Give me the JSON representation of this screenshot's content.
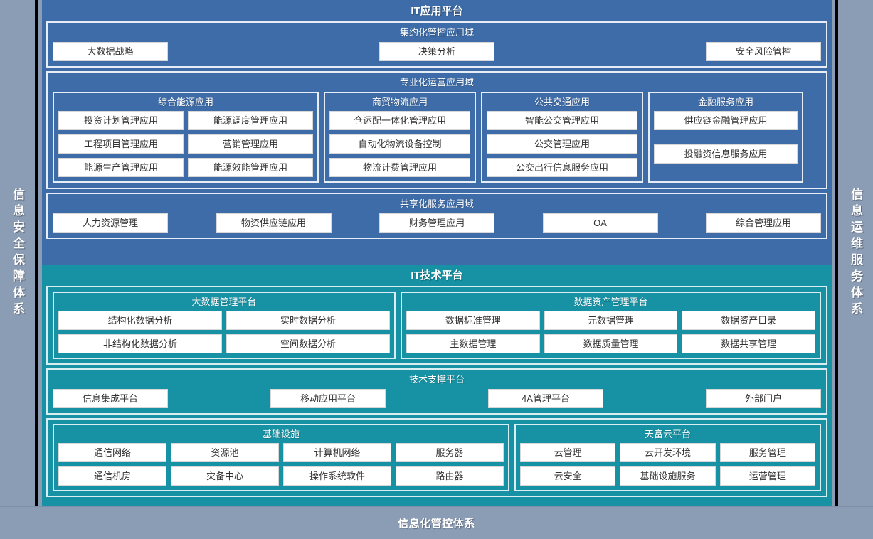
{
  "sides": {
    "left_label": "信息安全保障体系",
    "right_label": "信息运维服务体系"
  },
  "bottom": {
    "label": "信息化管控体系"
  },
  "app_platform": {
    "title": "IT应用平台",
    "domains": [
      {
        "title": "集约化管控应用域",
        "items": [
          "大数据战略",
          "决策分析",
          "安全风险管控"
        ]
      },
      {
        "title": "专业化运营应用域",
        "groups": [
          {
            "title": "综合能源应用",
            "rows": [
              [
                "投资计划管理应用",
                "能源调度管理应用"
              ],
              [
                "工程项目管理应用",
                "营销管理应用"
              ],
              [
                "能源生产管理应用",
                "能源效能管理应用"
              ]
            ]
          },
          {
            "title": "商贸物流应用",
            "rows": [
              [
                "仓运配一体化管理应用"
              ],
              [
                "自动化物流设备控制"
              ],
              [
                "物流计费管理应用"
              ]
            ]
          },
          {
            "title": "公共交通应用",
            "rows": [
              [
                "智能公交管理应用"
              ],
              [
                "公交管理应用"
              ],
              [
                "公交出行信息服务应用"
              ]
            ]
          },
          {
            "title": "金融服务应用",
            "rows": [
              [
                "供应链金融管理应用"
              ],
              [
                ""
              ],
              [
                "投融资信息服务应用"
              ]
            ]
          }
        ]
      },
      {
        "title": "共享化服务应用域",
        "items": [
          "人力资源管理",
          "物资供应链应用",
          "财务管理应用",
          "OA",
          "综合管理应用"
        ]
      }
    ]
  },
  "tech_platform": {
    "title": "IT技术平台",
    "row1": [
      {
        "title": "大数据管理平台",
        "rows": [
          [
            "结构化数据分析",
            "实时数据分析"
          ],
          [
            "非结构化数据分析",
            "空间数据分析"
          ]
        ]
      },
      {
        "title": "数据资产管理平台",
        "rows": [
          [
            "数据标准管理",
            "元数据管理",
            "数据资产目录"
          ],
          [
            "主数据管理",
            "数据质量管理",
            "数据共享管理"
          ]
        ]
      }
    ],
    "support": {
      "title": "技术支撑平台",
      "items": [
        "信息集成平台",
        "移动应用平台",
        "4A管理平台",
        "外部门户"
      ]
    },
    "row3": [
      {
        "title": "基础设施",
        "rows": [
          [
            "通信网络",
            "资源池",
            "计算机网络",
            "服务器"
          ],
          [
            "通信机房",
            "灾备中心",
            "操作系统软件",
            "路由器"
          ]
        ]
      },
      {
        "title": "天富云平台",
        "rows": [
          [
            "云管理",
            "云开发环境",
            "服务管理"
          ],
          [
            "云安全",
            "基础设施服务",
            "运营管理"
          ]
        ]
      }
    ]
  },
  "colors": {
    "background": "#8b9cb5",
    "app_platform": "#3d6ca8",
    "tech_platform": "#1792a5",
    "chip": "#ffffff",
    "border": "#000000"
  }
}
